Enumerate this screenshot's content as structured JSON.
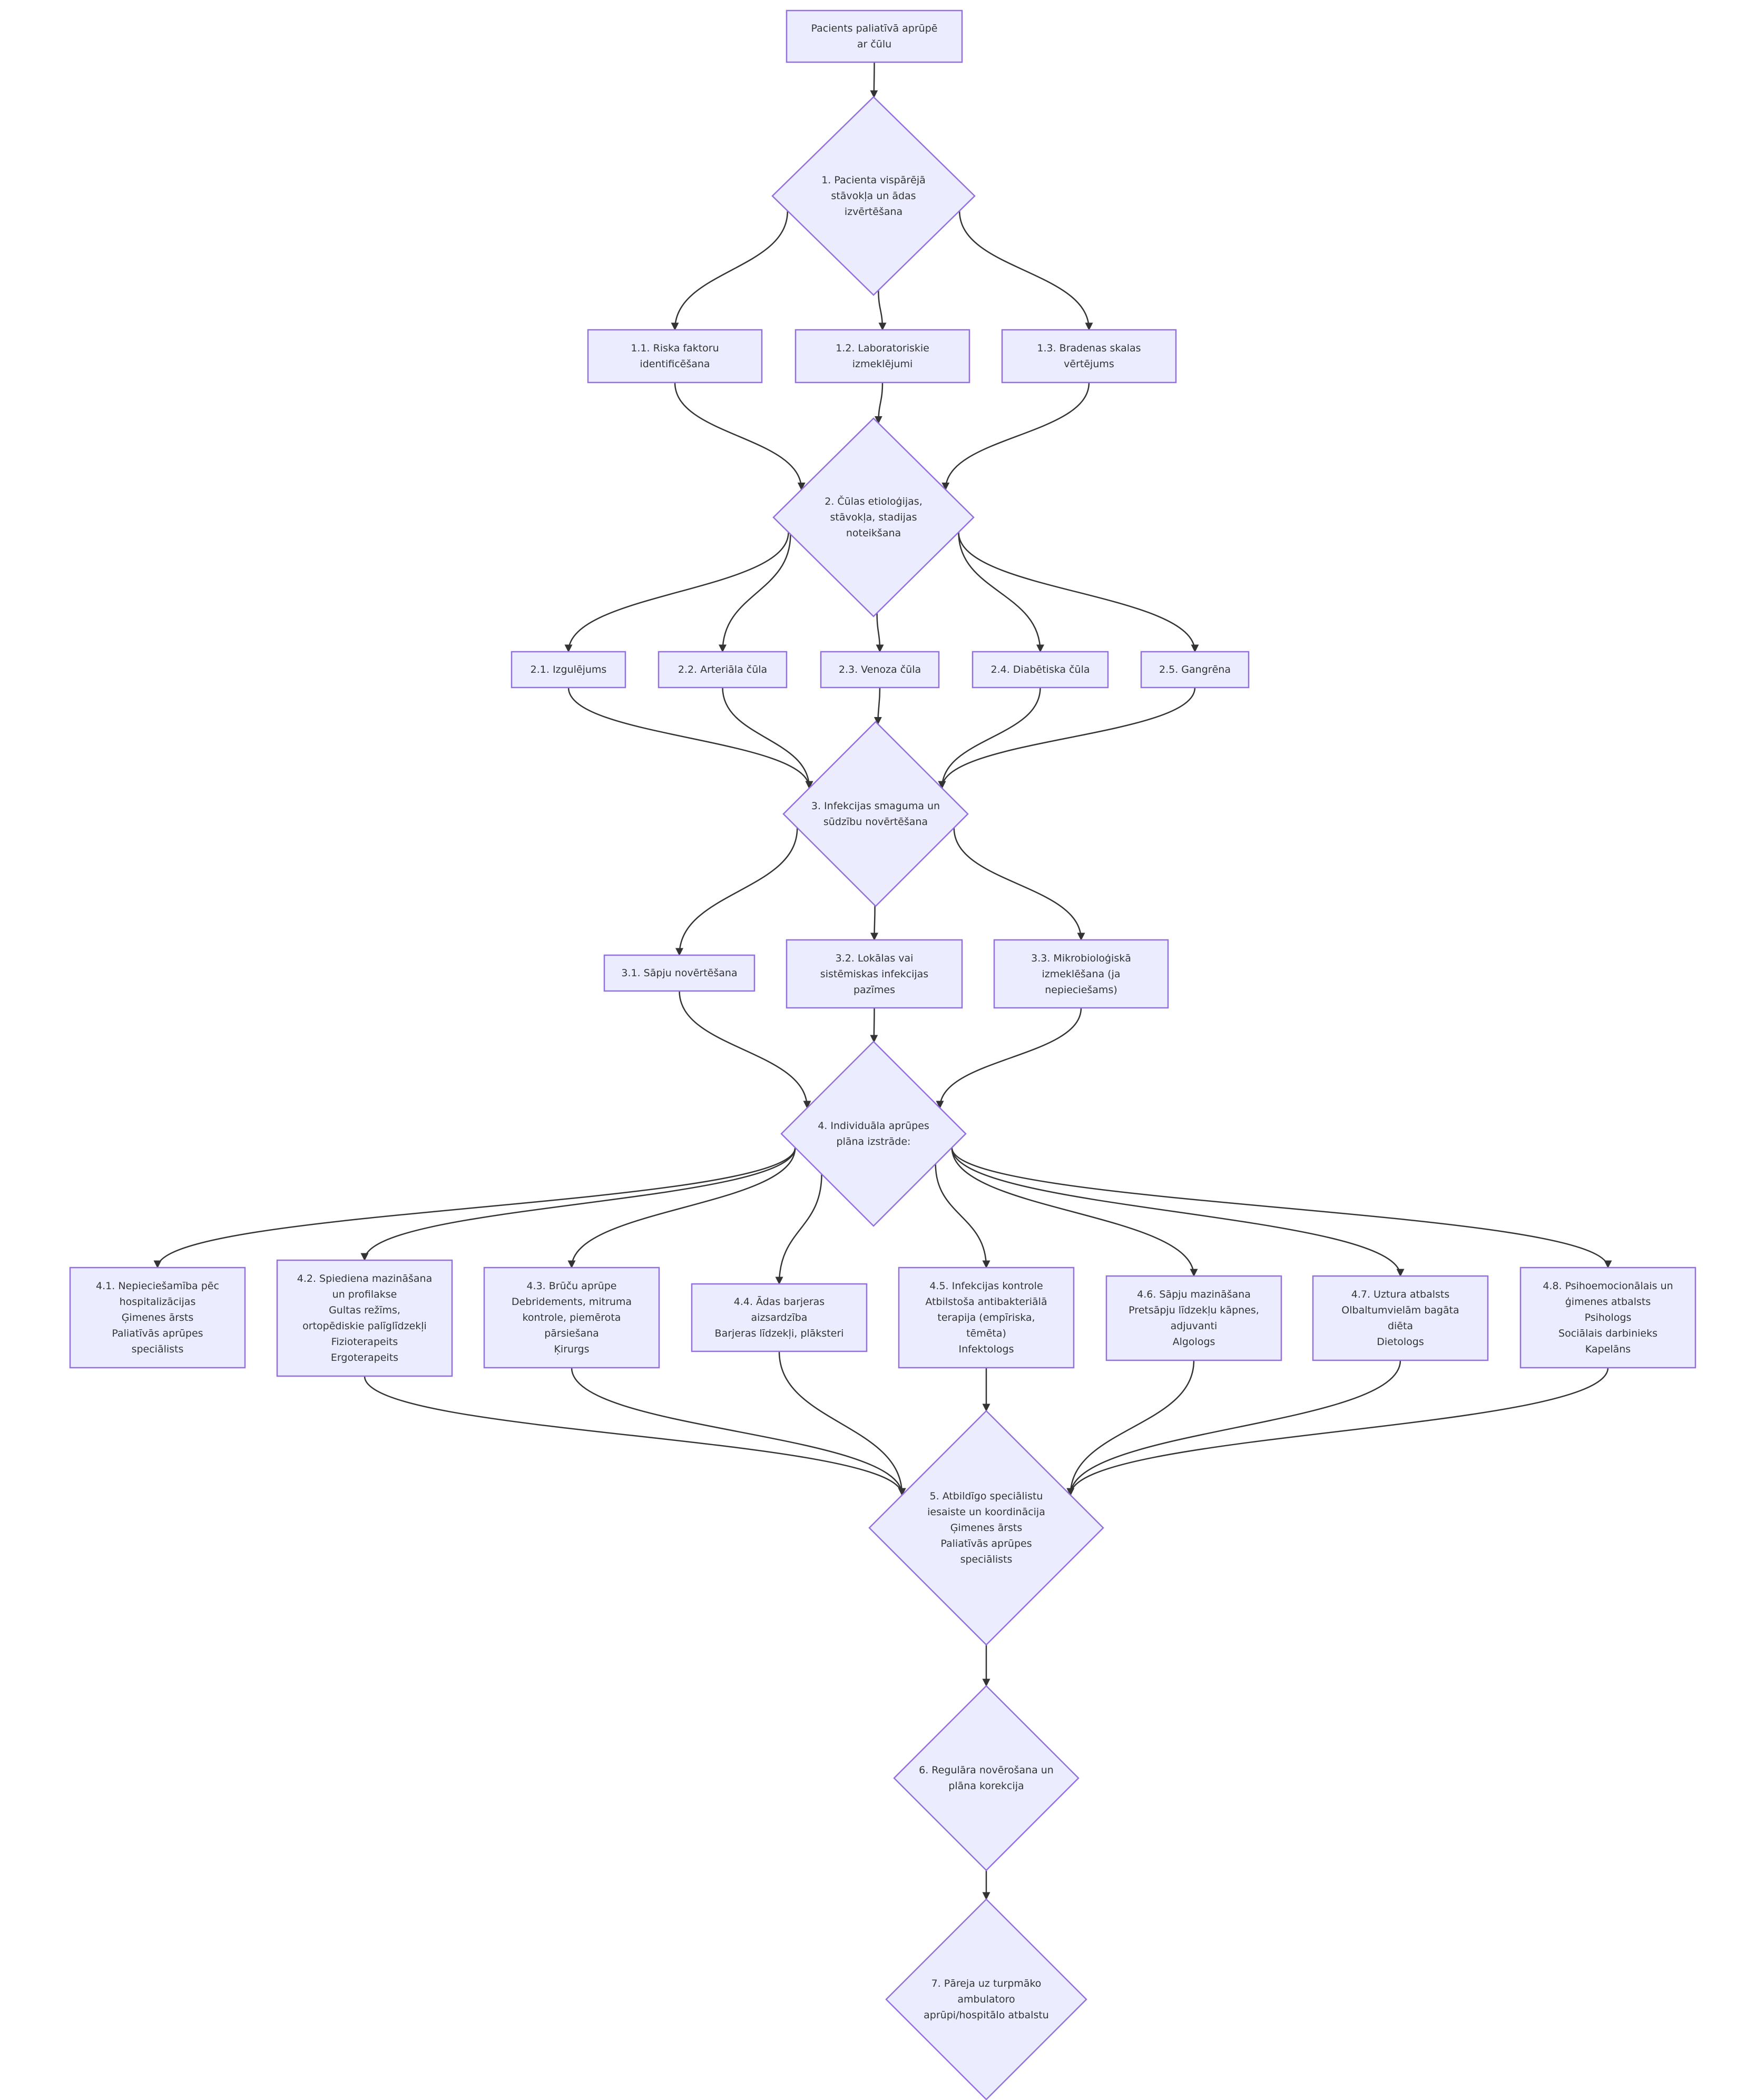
{
  "colors": {
    "node_fill": "#ECECFF",
    "node_stroke": "#9370DB",
    "edge": "#333333",
    "text": "#333333",
    "background": "#ffffff"
  },
  "nodes": {
    "start": {
      "shape": "rect",
      "lines": [
        "Pacients paliatīvā aprūpē",
        "ar čūlu"
      ]
    },
    "d1": {
      "shape": "diamond",
      "lines": [
        "1. Pacienta vispārējā",
        "stāvokļa un ādas",
        "izvērtēšana"
      ]
    },
    "n11": {
      "shape": "rect",
      "lines": [
        "1.1. Riska faktoru",
        "identificēšana"
      ]
    },
    "n12": {
      "shape": "rect",
      "lines": [
        "1.2. Laboratoriskie",
        "izmeklējumi"
      ]
    },
    "n13": {
      "shape": "rect",
      "lines": [
        "1.3. Bradenas skalas",
        "vērtējums"
      ]
    },
    "d2": {
      "shape": "diamond",
      "lines": [
        "2. Čūlas etioloģijas,",
        "stāvokļa, stadijas",
        "noteikšana"
      ]
    },
    "n21": {
      "shape": "rect",
      "lines": [
        "2.1. Izgulējums"
      ]
    },
    "n22": {
      "shape": "rect",
      "lines": [
        "2.2. Arteriāla čūla"
      ]
    },
    "n23": {
      "shape": "rect",
      "lines": [
        "2.3. Venoza čūla"
      ]
    },
    "n24": {
      "shape": "rect",
      "lines": [
        "2.4. Diabētiska čūla"
      ]
    },
    "n25": {
      "shape": "rect",
      "lines": [
        "2.5. Gangrēna"
      ]
    },
    "d3": {
      "shape": "diamond",
      "lines": [
        "3. Infekcijas smaguma un",
        "sūdzību novērtēšana"
      ]
    },
    "n31": {
      "shape": "rect",
      "lines": [
        "3.1. Sāpju novērtēšana"
      ]
    },
    "n32": {
      "shape": "rect",
      "lines": [
        "3.2. Lokālas vai",
        "sistēmiskas infekcijas",
        "pazīmes"
      ]
    },
    "n33": {
      "shape": "rect",
      "lines": [
        "3.3. Mikrobioloģiskā",
        "izmeklēšana (ja",
        "nepieciešams)"
      ]
    },
    "d4": {
      "shape": "diamond",
      "lines": [
        "4. Individuāla aprūpes",
        "plāna izstrāde:"
      ]
    },
    "n41": {
      "shape": "rect",
      "lines": [
        "4.1. Nepieciešamība pēc",
        "hospitalizācijas",
        "Ģimenes ārsts",
        "Paliatīvās aprūpes",
        "speciālists"
      ]
    },
    "n42": {
      "shape": "rect",
      "lines": [
        "4.2. Spiediena mazināšana",
        "un profilakse",
        "Gultas režīms,",
        "ortopēdiskie palīglīdzekļi",
        "Fizioterapeits",
        "Ergoterapeits"
      ]
    },
    "n43": {
      "shape": "rect",
      "lines": [
        "4.3. Brūču aprūpe",
        "Debridements, mitruma",
        "kontrole, piemērota",
        "pārsiešana",
        "Ķirurgs"
      ]
    },
    "n44": {
      "shape": "rect",
      "lines": [
        "4.4. Ādas barjeras",
        "aizsardzība",
        "Barjeras līdzekļi, plāksteri"
      ]
    },
    "n45": {
      "shape": "rect",
      "lines": [
        "4.5. Infekcijas kontrole",
        "Atbilstoša antibakteriālā",
        "terapija (empīriska,",
        "tēmēta)",
        "Infektologs"
      ]
    },
    "n46": {
      "shape": "rect",
      "lines": [
        "4.6. Sāpju mazināšana",
        "Pretsāpju līdzekļu kāpnes,",
        "adjuvanti",
        "Algologs"
      ]
    },
    "n47": {
      "shape": "rect",
      "lines": [
        "4.7. Uztura atbalsts",
        "Olbaltumvielām bagāta",
        "diēta",
        "Dietologs"
      ]
    },
    "n48": {
      "shape": "rect",
      "lines": [
        "4.8. Psihoemocionālais un",
        "ģimenes atbalsts",
        "Psihologs",
        "Sociālais darbinieks",
        "Kapelāns"
      ]
    },
    "d5": {
      "shape": "diamond",
      "lines": [
        "5. Atbildīgo speciālistu",
        "iesaiste un koordinācija",
        "Ģimenes ārsts",
        "Paliatīvās aprūpes",
        "speciālists"
      ]
    },
    "d6": {
      "shape": "diamond",
      "lines": [
        "6. Regulāra novērošana un",
        "plāna korekcija"
      ]
    },
    "d7": {
      "shape": "diamond",
      "lines": [
        "7. Pāreja uz turpmāko",
        "ambulatoro",
        "aprūpi/hospitālo atbalstu"
      ]
    }
  },
  "edges": [
    [
      "start",
      "d1"
    ],
    [
      "d1",
      "n11"
    ],
    [
      "d1",
      "n12"
    ],
    [
      "d1",
      "n13"
    ],
    [
      "n11",
      "d2"
    ],
    [
      "n12",
      "d2"
    ],
    [
      "n13",
      "d2"
    ],
    [
      "d2",
      "n21"
    ],
    [
      "d2",
      "n22"
    ],
    [
      "d2",
      "n23"
    ],
    [
      "d2",
      "n24"
    ],
    [
      "d2",
      "n25"
    ],
    [
      "n21",
      "d3"
    ],
    [
      "n22",
      "d3"
    ],
    [
      "n23",
      "d3"
    ],
    [
      "n24",
      "d3"
    ],
    [
      "n25",
      "d3"
    ],
    [
      "d3",
      "n31"
    ],
    [
      "d3",
      "n32"
    ],
    [
      "d3",
      "n33"
    ],
    [
      "n31",
      "d4"
    ],
    [
      "n32",
      "d4"
    ],
    [
      "n33",
      "d4"
    ],
    [
      "d4",
      "n41"
    ],
    [
      "d4",
      "n42"
    ],
    [
      "d4",
      "n43"
    ],
    [
      "d4",
      "n44"
    ],
    [
      "d4",
      "n45"
    ],
    [
      "d4",
      "n46"
    ],
    [
      "d4",
      "n47"
    ],
    [
      "d4",
      "n48"
    ],
    [
      "n42",
      "d5"
    ],
    [
      "n43",
      "d5"
    ],
    [
      "n44",
      "d5"
    ],
    [
      "n45",
      "d5"
    ],
    [
      "n46",
      "d5"
    ],
    [
      "n47",
      "d5"
    ],
    [
      "n48",
      "d5"
    ],
    [
      "d5",
      "d6"
    ],
    [
      "d6",
      "d7"
    ]
  ]
}
